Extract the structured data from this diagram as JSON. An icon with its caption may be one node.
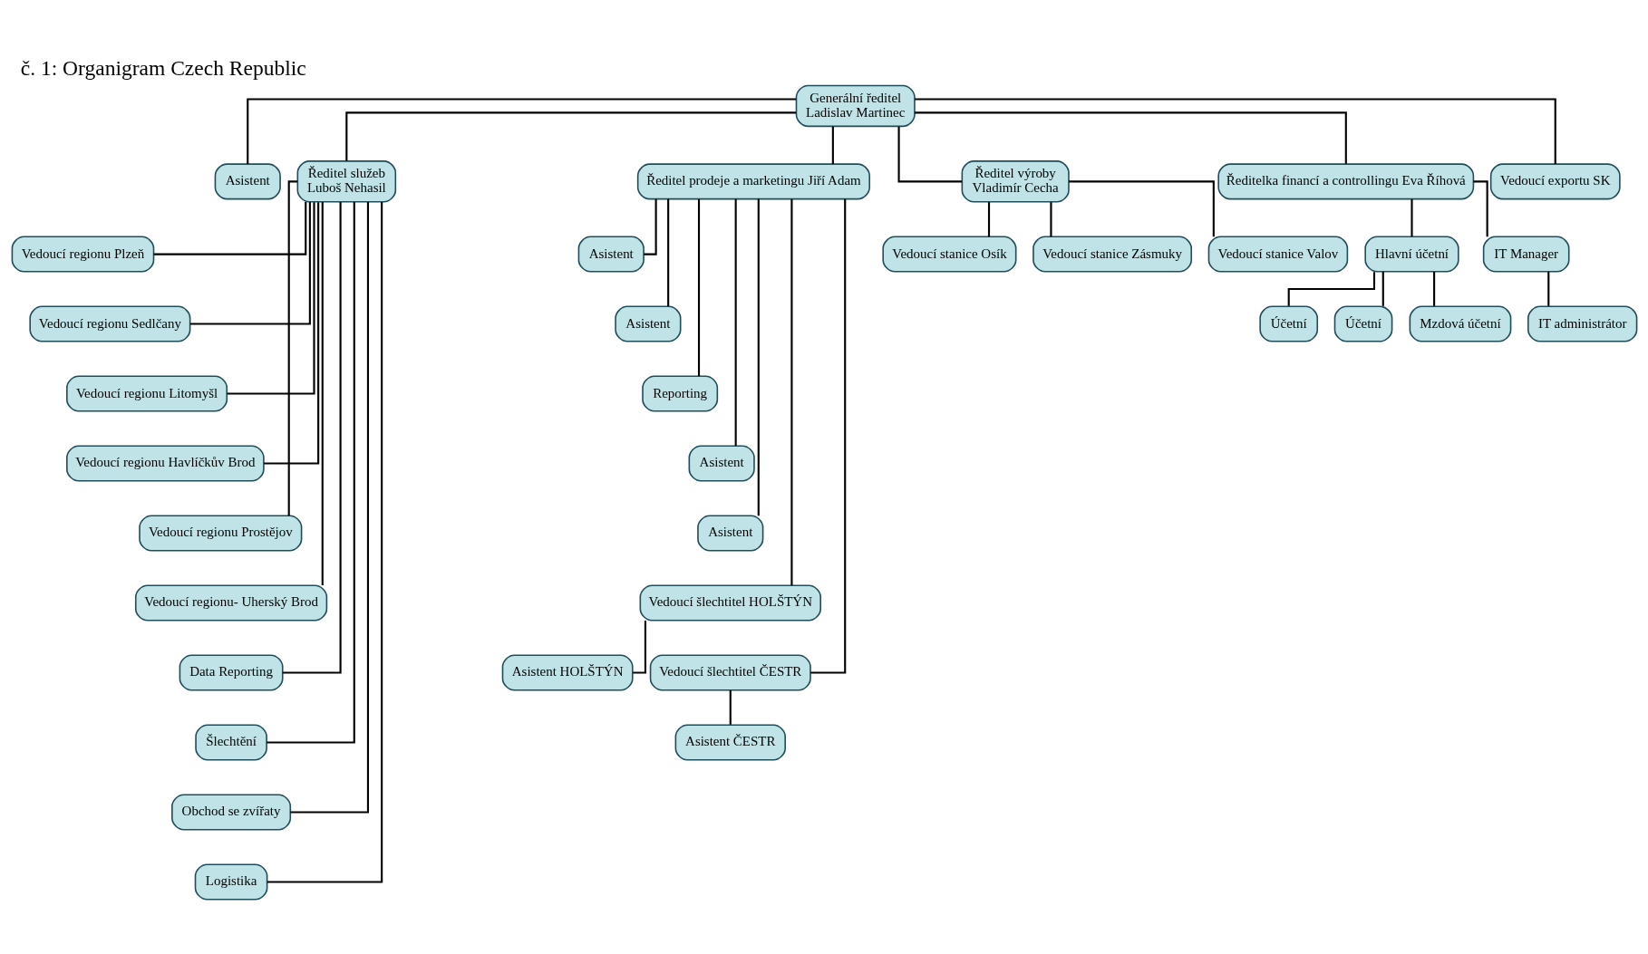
{
  "diagram": {
    "title": "č. 1: Organigram Czech Republic",
    "nodes": [
      {
        "text": [
          "Generální ředitel",
          "Ladislav Martinec"
        ]
      },
      {
        "text": [
          "Asistent"
        ]
      },
      {
        "text": [
          "Ředitel služeb",
          "Luboš Nehasil"
        ]
      },
      {
        "text": [
          "Ředitel prodeje a marketingu Jiří Adam"
        ]
      },
      {
        "text": [
          "Ředitel výroby",
          "Vladimír Cecha"
        ]
      },
      {
        "text": [
          "Ředitelka financí a controllingu Eva Říhová"
        ]
      },
      {
        "text": [
          "Vedoucí exportu SK"
        ]
      },
      {
        "text": [
          "Vedoucí regionu Plzeň"
        ]
      },
      {
        "text": [
          "Vedoucí regionu Sedlčany"
        ]
      },
      {
        "text": [
          "Vedoucí regionu Litomyšl"
        ]
      },
      {
        "text": [
          "Vedoucí regionu Havlíčkův Brod"
        ]
      },
      {
        "text": [
          "Vedoucí regionu Prostějov"
        ]
      },
      {
        "text": [
          "Vedoucí regionu- Uherský Brod"
        ]
      },
      {
        "text": [
          "Data Reporting"
        ]
      },
      {
        "text": [
          "Šlechtění"
        ]
      },
      {
        "text": [
          "Obchod se zvířaty"
        ]
      },
      {
        "text": [
          "Logistika"
        ]
      },
      {
        "text": [
          "Asistent"
        ]
      },
      {
        "text": [
          "Asistent"
        ]
      },
      {
        "text": [
          "Reporting"
        ]
      },
      {
        "text": [
          "Asistent"
        ]
      },
      {
        "text": [
          "Asistent"
        ]
      },
      {
        "text": [
          "Vedoucí šlechtitel HOLŠTÝN"
        ]
      },
      {
        "text": [
          "Asistent HOLŠTÝN"
        ]
      },
      {
        "text": [
          "Vedoucí šlechtitel ČESTR"
        ]
      },
      {
        "text": [
          "Asistent ČESTR"
        ]
      },
      {
        "text": [
          "Vedoucí stanice Osík"
        ]
      },
      {
        "text": [
          "Vedoucí stanice Zásmuky"
        ]
      },
      {
        "text": [
          "Vedoucí stanice Valov"
        ]
      },
      {
        "text": [
          "Hlavní účetní"
        ]
      },
      {
        "text": [
          "IT Manager"
        ]
      },
      {
        "text": [
          "IT administrátor"
        ]
      },
      {
        "text": [
          "Účetní"
        ]
      },
      {
        "text": [
          "Účetní"
        ]
      },
      {
        "text": [
          "Mzdová účetní"
        ]
      }
    ],
    "edges": [
      {
        "from": 0,
        "to": 1,
        "arrow": "none"
      },
      {
        "from": 0,
        "to": 2,
        "arrow": "none"
      },
      {
        "from": 0,
        "to": 3,
        "arrow": "none"
      },
      {
        "from": 0,
        "to": 4,
        "arrow": "none"
      },
      {
        "from": 0,
        "to": 5,
        "arrow": "none"
      },
      {
        "from": 0,
        "to": 6,
        "arrow": "none"
      },
      {
        "from": 2,
        "to": 7,
        "arrow": "none"
      },
      {
        "from": 2,
        "to": 8,
        "arrow": "none"
      },
      {
        "from": 2,
        "to": 9,
        "arrow": "none"
      },
      {
        "from": 2,
        "to": 10,
        "arrow": "none"
      },
      {
        "from": 2,
        "to": 11,
        "arrow": "none"
      },
      {
        "from": 2,
        "to": 12,
        "arrow": "none"
      },
      {
        "from": 2,
        "to": 13,
        "arrow": "none"
      },
      {
        "from": 2,
        "to": 14,
        "arrow": "none"
      },
      {
        "from": 2,
        "to": 15,
        "arrow": "none"
      },
      {
        "from": 2,
        "to": 16,
        "arrow": "none"
      },
      {
        "from": 3,
        "to": 17,
        "arrow": "none"
      },
      {
        "from": 3,
        "to": 18,
        "arrow": "none"
      },
      {
        "from": 3,
        "to": 19,
        "arrow": "none"
      },
      {
        "from": 3,
        "to": 20,
        "arrow": "none"
      },
      {
        "from": 3,
        "to": 21,
        "arrow": "none"
      },
      {
        "from": 3,
        "to": 22,
        "arrow": "none"
      },
      {
        "from": 22,
        "to": 23,
        "arrow": "none"
      },
      {
        "from": 3,
        "to": 24,
        "arrow": "none"
      },
      {
        "from": 24,
        "to": 25,
        "arrow": "none"
      },
      {
        "from": 4,
        "to": 26,
        "arrow": "none"
      },
      {
        "from": 4,
        "to": 27,
        "arrow": "none"
      },
      {
        "from": 4,
        "to": 28,
        "arrow": "none"
      },
      {
        "from": 5,
        "to": 29,
        "arrow": "none"
      },
      {
        "from": 5,
        "to": 30,
        "arrow": "none"
      },
      {
        "from": 30,
        "to": 31,
        "arrow": "none"
      },
      {
        "from": 29,
        "to": 32,
        "arrow": "none"
      },
      {
        "from": 29,
        "to": 33,
        "arrow": "none"
      },
      {
        "from": 29,
        "to": 34,
        "arrow": "none"
      }
    ]
  }
}
